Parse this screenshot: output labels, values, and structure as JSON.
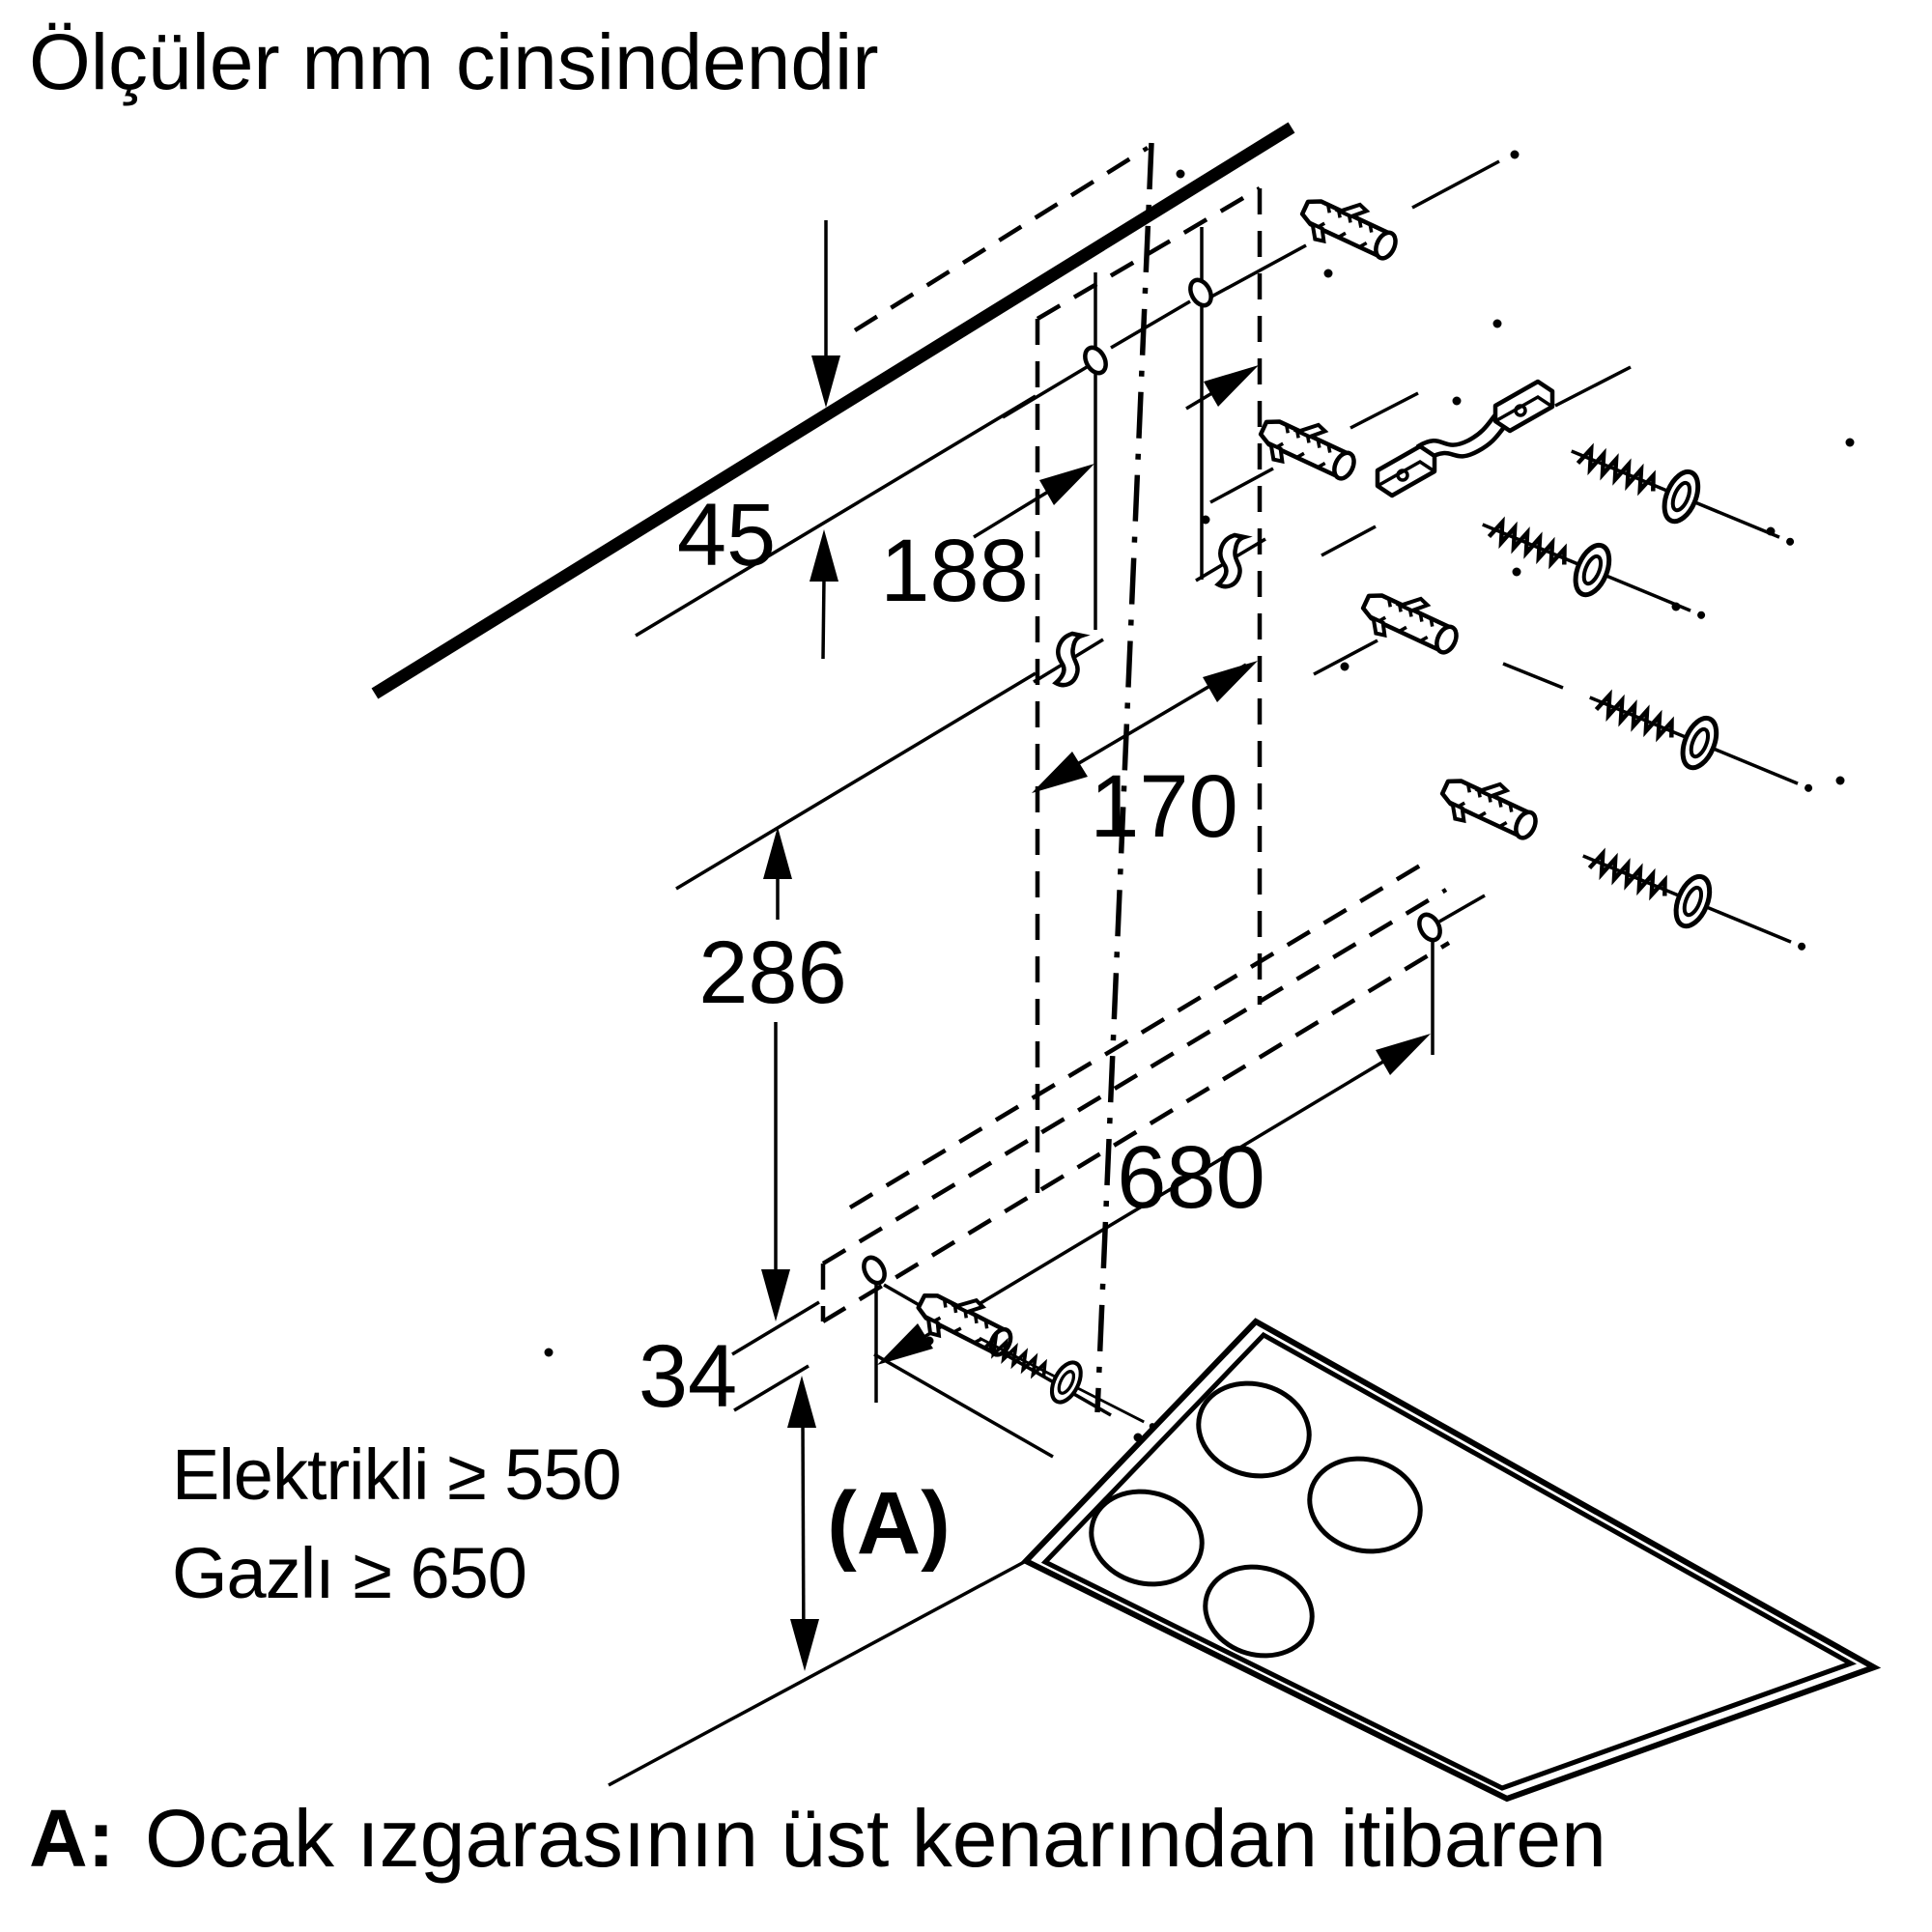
{
  "title": "Ölçüler mm cinsindendir",
  "footnote": {
    "label": "A:",
    "text": "Ocak ızgarasının üst kenarından itibaren"
  },
  "dimensions": {
    "ceiling_gap": "45",
    "hook_offset": "188",
    "center_spacing": "170",
    "bracket_drop": "286",
    "rail_width": "680",
    "rail_offset": "34",
    "clearance_electric": "Elektrikli ≥ 550",
    "clearance_gas": "Gazlı ≥ 650",
    "reference": "(A)"
  },
  "units": "mm",
  "colors": {
    "ink": "#000000",
    "background": "#ffffff"
  }
}
